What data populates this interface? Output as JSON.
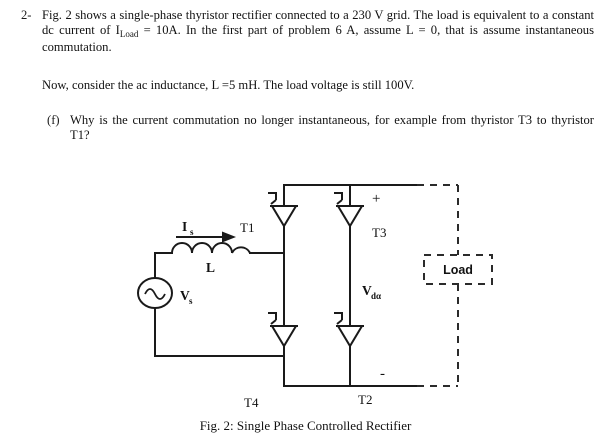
{
  "problem": {
    "number": "2-",
    "paragraph1_parts": {
      "a": "Fig. 2 shows a single-phase thyristor rectifier connected to a 230 V grid. The load is equivalent to a constant dc current of I",
      "sub1": "Load",
      "b": " = 10A. In the first part of problem 6 A, assume L = 0, that is assume instantaneous commutation."
    },
    "paragraph2": "Now, consider the ac inductance, L =5 mH. The load voltage is still 100V.",
    "item_f_label": "(f)",
    "item_f_text": "Why is the current commutation no longer instantaneous, for example from thyristor T3 to thyristor T1?"
  },
  "figure": {
    "caption": "Fig. 2: Single Phase Controlled Rectifier",
    "labels": {
      "source": "V",
      "source_sub": "s",
      "current": "I",
      "current_sub": "s",
      "inductor": "L",
      "thyristor_t1": "T1",
      "thyristor_t2": "T2",
      "thyristor_t3": "T3",
      "thyristor_t4": "T4",
      "vdc": "V",
      "vdc_sub": "dα",
      "load": "Load",
      "plus": "+",
      "minus": "-"
    },
    "colors": {
      "wire": "#1a1a1a",
      "dashed": "#2b2b2b",
      "background": "#ffffff"
    }
  }
}
